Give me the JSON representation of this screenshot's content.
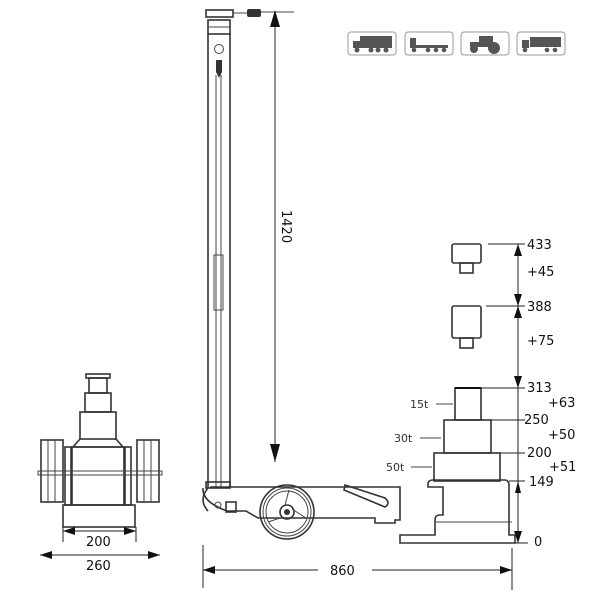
{
  "diagram": {
    "subject": "air-hydraulic trolley jack, 3-stage",
    "dimensions": {
      "handle_height": "1420",
      "overall_length": "860",
      "wheel_track_inner": "200",
      "wheel_track_outer": "260"
    },
    "height_stops": [
      {
        "value": "433",
        "increment": "+45"
      },
      {
        "value": "388",
        "increment": "+75"
      },
      {
        "value": "313",
        "increment": "+63"
      },
      {
        "value": "250",
        "increment": "+50"
      },
      {
        "value": "200",
        "increment": "+51"
      },
      {
        "value": "149",
        "increment": ""
      },
      {
        "value": "0",
        "increment": ""
      }
    ],
    "stage_capacities": [
      {
        "label": "15t"
      },
      {
        "label": "30t"
      },
      {
        "label": "50t"
      }
    ],
    "vehicle_icons": [
      {
        "name": "truck-icon"
      },
      {
        "name": "flatbed-trailer-icon"
      },
      {
        "name": "tractor-icon"
      },
      {
        "name": "lorry-icon"
      }
    ],
    "colors": {
      "line": "#333333",
      "background": "#ffffff",
      "icon_border": "#999999"
    }
  }
}
